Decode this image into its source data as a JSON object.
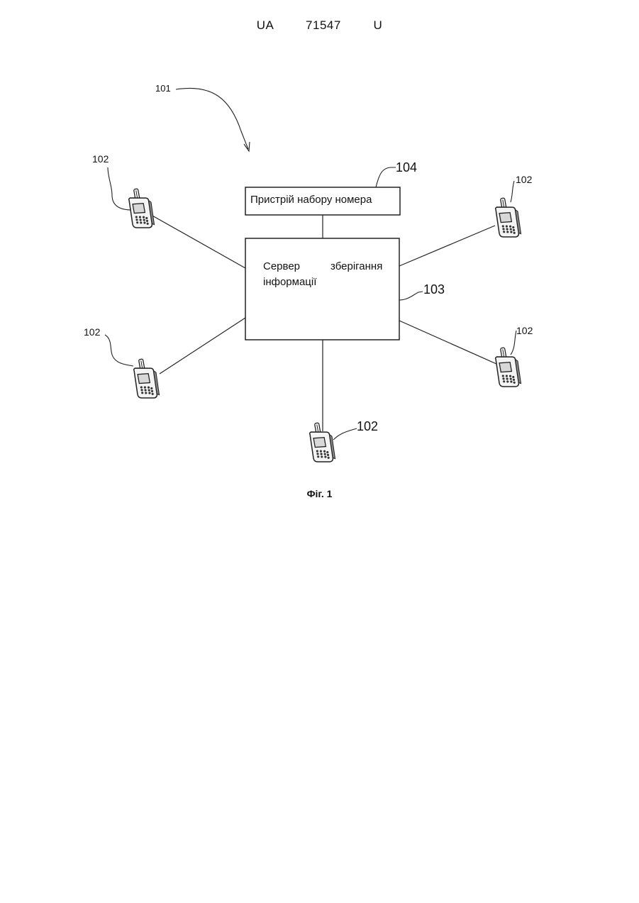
{
  "header": {
    "patent_number": "UA   71547   U"
  },
  "diagram": {
    "system_ref": "101",
    "dialer": {
      "ref": "104",
      "label": "Пристрій набору номера"
    },
    "server": {
      "ref": "103",
      "label_line1_word1": "Сервер",
      "label_line1_word2": "зберігання",
      "label_line2": "інформації"
    },
    "phones": [
      {
        "ref": "102"
      },
      {
        "ref": "102"
      },
      {
        "ref": "102"
      },
      {
        "ref": "102"
      },
      {
        "ref": "102"
      }
    ]
  },
  "caption": "Фіг. 1"
}
